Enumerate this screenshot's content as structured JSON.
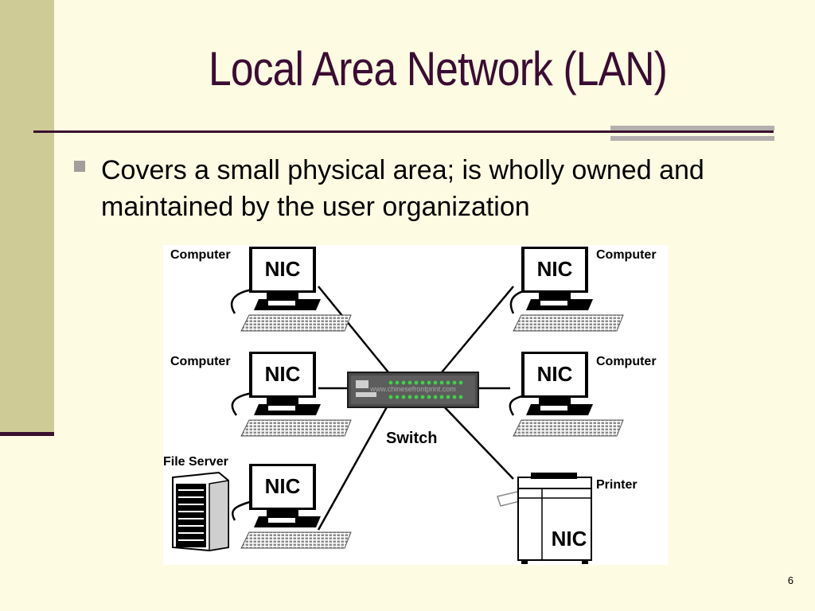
{
  "slide": {
    "title": "Local Area Network (LAN)",
    "bullet": "Covers a small physical area; is wholly owned and maintained by the user organization",
    "page_number": "6"
  },
  "diagram": {
    "labels": {
      "computer_tl": "Computer",
      "computer_ml": "Computer",
      "file_server": "File Server",
      "computer_tr": "Computer",
      "computer_mr": "Computer",
      "printer": "Printer",
      "switch": "Switch"
    },
    "nic": "NIC",
    "watermark": "www.chinesefrontprint.com"
  },
  "colors": {
    "background": "#fdfbe2",
    "band": "#cfcb97",
    "title": "#3b0c33",
    "rule": "#3a0f2e",
    "switch_led": "#3fd04a"
  }
}
